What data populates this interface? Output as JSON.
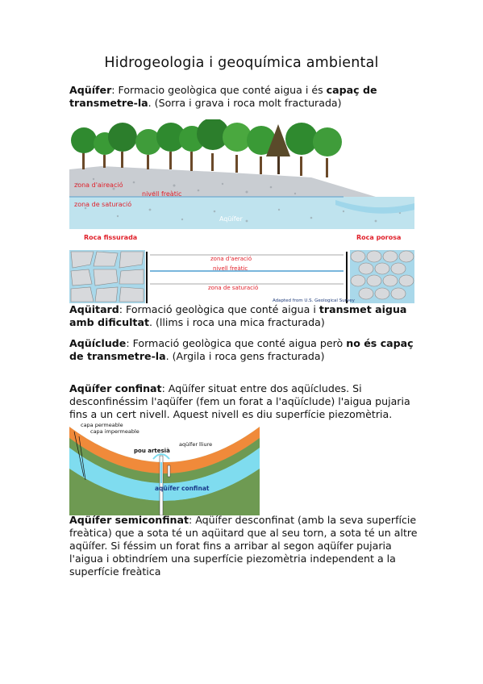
{
  "title": "Hidrogeologia i geoquímica ambiental",
  "paragraphs": {
    "aquifer": {
      "term": "Aqüífer",
      "pre": ": Formacio geològica que conté aigua i és ",
      "strong": "capaç de transmetre-la",
      "post": ". (Sorra i grava i roca molt fracturada)"
    },
    "aquitard": {
      "term": "Aqüitard",
      "pre": ": Formació geològica que conté aigua i ",
      "strong": "transmet aigua amb dificultat",
      "post": ". (llims i roca una mica fracturada)"
    },
    "aquiclude": {
      "term": "Aqüíclude",
      "pre": ": Formació geològica que conté aigua però ",
      "strong": "no és capaç de transmetre-la",
      "post": ". (Argila i roca gens fracturada)"
    },
    "confinat": {
      "term": "Aqüífer confinat",
      "text": ": Aqüífer situat entre dos aqüícludes. Si desconfinéssim l'aqüífer (fem un forat a l'aqüíclude) l'aigua pujaria fins a un cert nivell. Aquest nivell es diu superfície piezomètria."
    },
    "semiconfinat": {
      "term": "Aqüífer semiconfinat",
      "text": ": Aqüífer desconfinat (amb la seva superfície freàtica) que a sota té un aqüitard que al seu torn, a sota té un altre aqüífer. Si féssim un forat fins a arribar al segon aqüífer pujaria l'aigua i obtindríem una superfície piezomètria independent a la superfície freàtica"
    }
  },
  "figure1": {
    "zona_aireacio": "zona d'aireació",
    "nivell_freatic": "nivell freàtic",
    "zona_saturacio": "zona de saturació",
    "aquifer": "Aqüífer"
  },
  "figure2": {
    "roca_fissurada": "Roca fissurada",
    "roca_porosa": "Roca porosa",
    "zona_aeracio": "zona d'aeració",
    "nivell_freatic": "nivell freàtic",
    "zona_saturacio": "zona de saturació",
    "credit": "Adapted from U.S. Geological Survey"
  },
  "figure3": {
    "capa_permeable": "capa permeable",
    "capa_impermeable": "capa impermeable",
    "aquifer_lliure": "aqüífer lliure",
    "pou_artesia": "pou artesià",
    "aquifer_confinat": "aqüífer confinat"
  },
  "colors": {
    "sky_water": "#bfe8f2",
    "water_label": "#e0202a",
    "orange_layer": "#f08a3a",
    "green_layer": "#8fb070",
    "aquifer_blue": "#7fdcef"
  }
}
